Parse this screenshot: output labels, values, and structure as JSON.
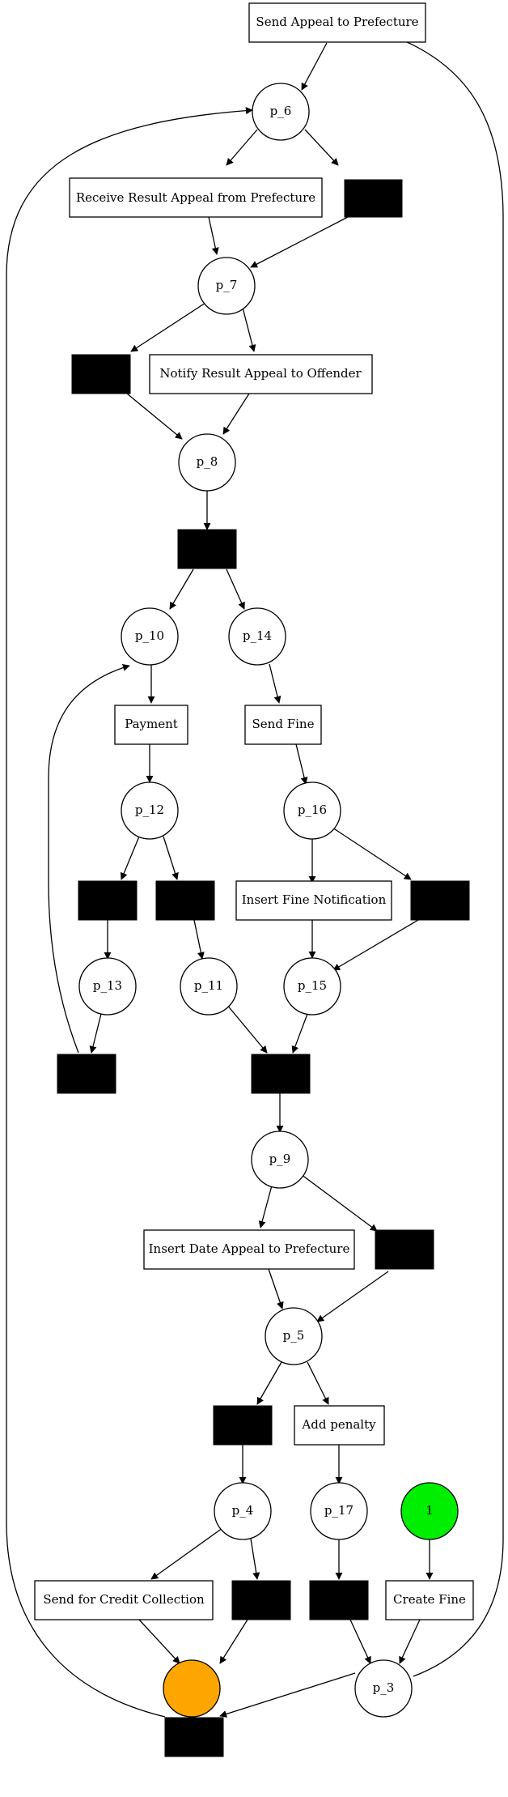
{
  "colors": {
    "start_place": "#00ee00",
    "end_place": "#ffa500",
    "silent": "#000000",
    "stroke": "#000000"
  },
  "places": {
    "p_6": "p_6",
    "p_7": "p_7",
    "p_8": "p_8",
    "p_10": "p_10",
    "p_14": "p_14",
    "p_12": "p_12",
    "p_16": "p_16",
    "p_13": "p_13",
    "p_11": "p_11",
    "p_15": "p_15",
    "p_9": "p_9",
    "p_5": "p_5",
    "p_4": "p_4",
    "p_17": "p_17",
    "p_3": "p_3",
    "start": "1",
    "end": ""
  },
  "transitions": {
    "send_appeal": "Send Appeal to Prefecture",
    "receive_result": "Receive Result Appeal from Prefecture",
    "notify_result": "Notify Result Appeal to Offender",
    "payment": "Payment",
    "send_fine": "Send Fine",
    "insert_fine_notification": "Insert Fine Notification",
    "insert_date_appeal": "Insert Date Appeal to Prefecture",
    "add_penalty": "Add penalty",
    "send_credit": "Send for Credit Collection",
    "create_fine": "Create Fine"
  }
}
